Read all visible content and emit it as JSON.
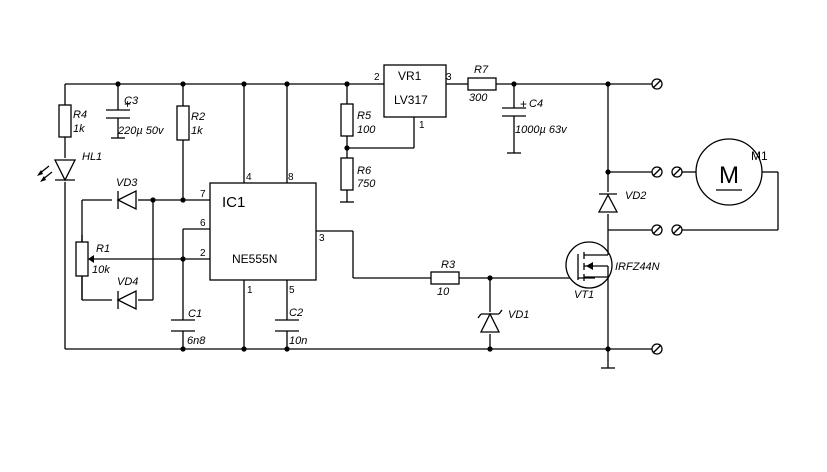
{
  "ic1": {
    "ref": "IC1",
    "part": "NE555N",
    "pins": [
      "4",
      "8",
      "7",
      "6",
      "2",
      "3",
      "1",
      "5"
    ]
  },
  "vr1": {
    "ref": "VR1",
    "part": "LV317",
    "pins": [
      "2",
      "3",
      "1"
    ]
  },
  "resistors": [
    {
      "ref": "R1",
      "value": "10k"
    },
    {
      "ref": "R2",
      "value": "1k"
    },
    {
      "ref": "R3",
      "value": "10"
    },
    {
      "ref": "R4",
      "value": "1k"
    },
    {
      "ref": "R5",
      "value": "100"
    },
    {
      "ref": "R6",
      "value": "750"
    },
    {
      "ref": "R7",
      "value": "300"
    }
  ],
  "capacitors": [
    {
      "ref": "C1",
      "value": "6n8"
    },
    {
      "ref": "C2",
      "value": "10n"
    },
    {
      "ref": "C3",
      "value": "220µ 50v"
    },
    {
      "ref": "C4",
      "value": "1000µ 63v"
    }
  ],
  "diodes": [
    {
      "ref": "VD1"
    },
    {
      "ref": "VD2"
    },
    {
      "ref": "VD3"
    },
    {
      "ref": "VD4"
    }
  ],
  "led": {
    "ref": "HL1"
  },
  "transistor": {
    "ref": "VT1",
    "part": "IRFZ44N"
  },
  "motor": {
    "ref": "M1",
    "symbol": "M"
  },
  "plus_sign": "+"
}
